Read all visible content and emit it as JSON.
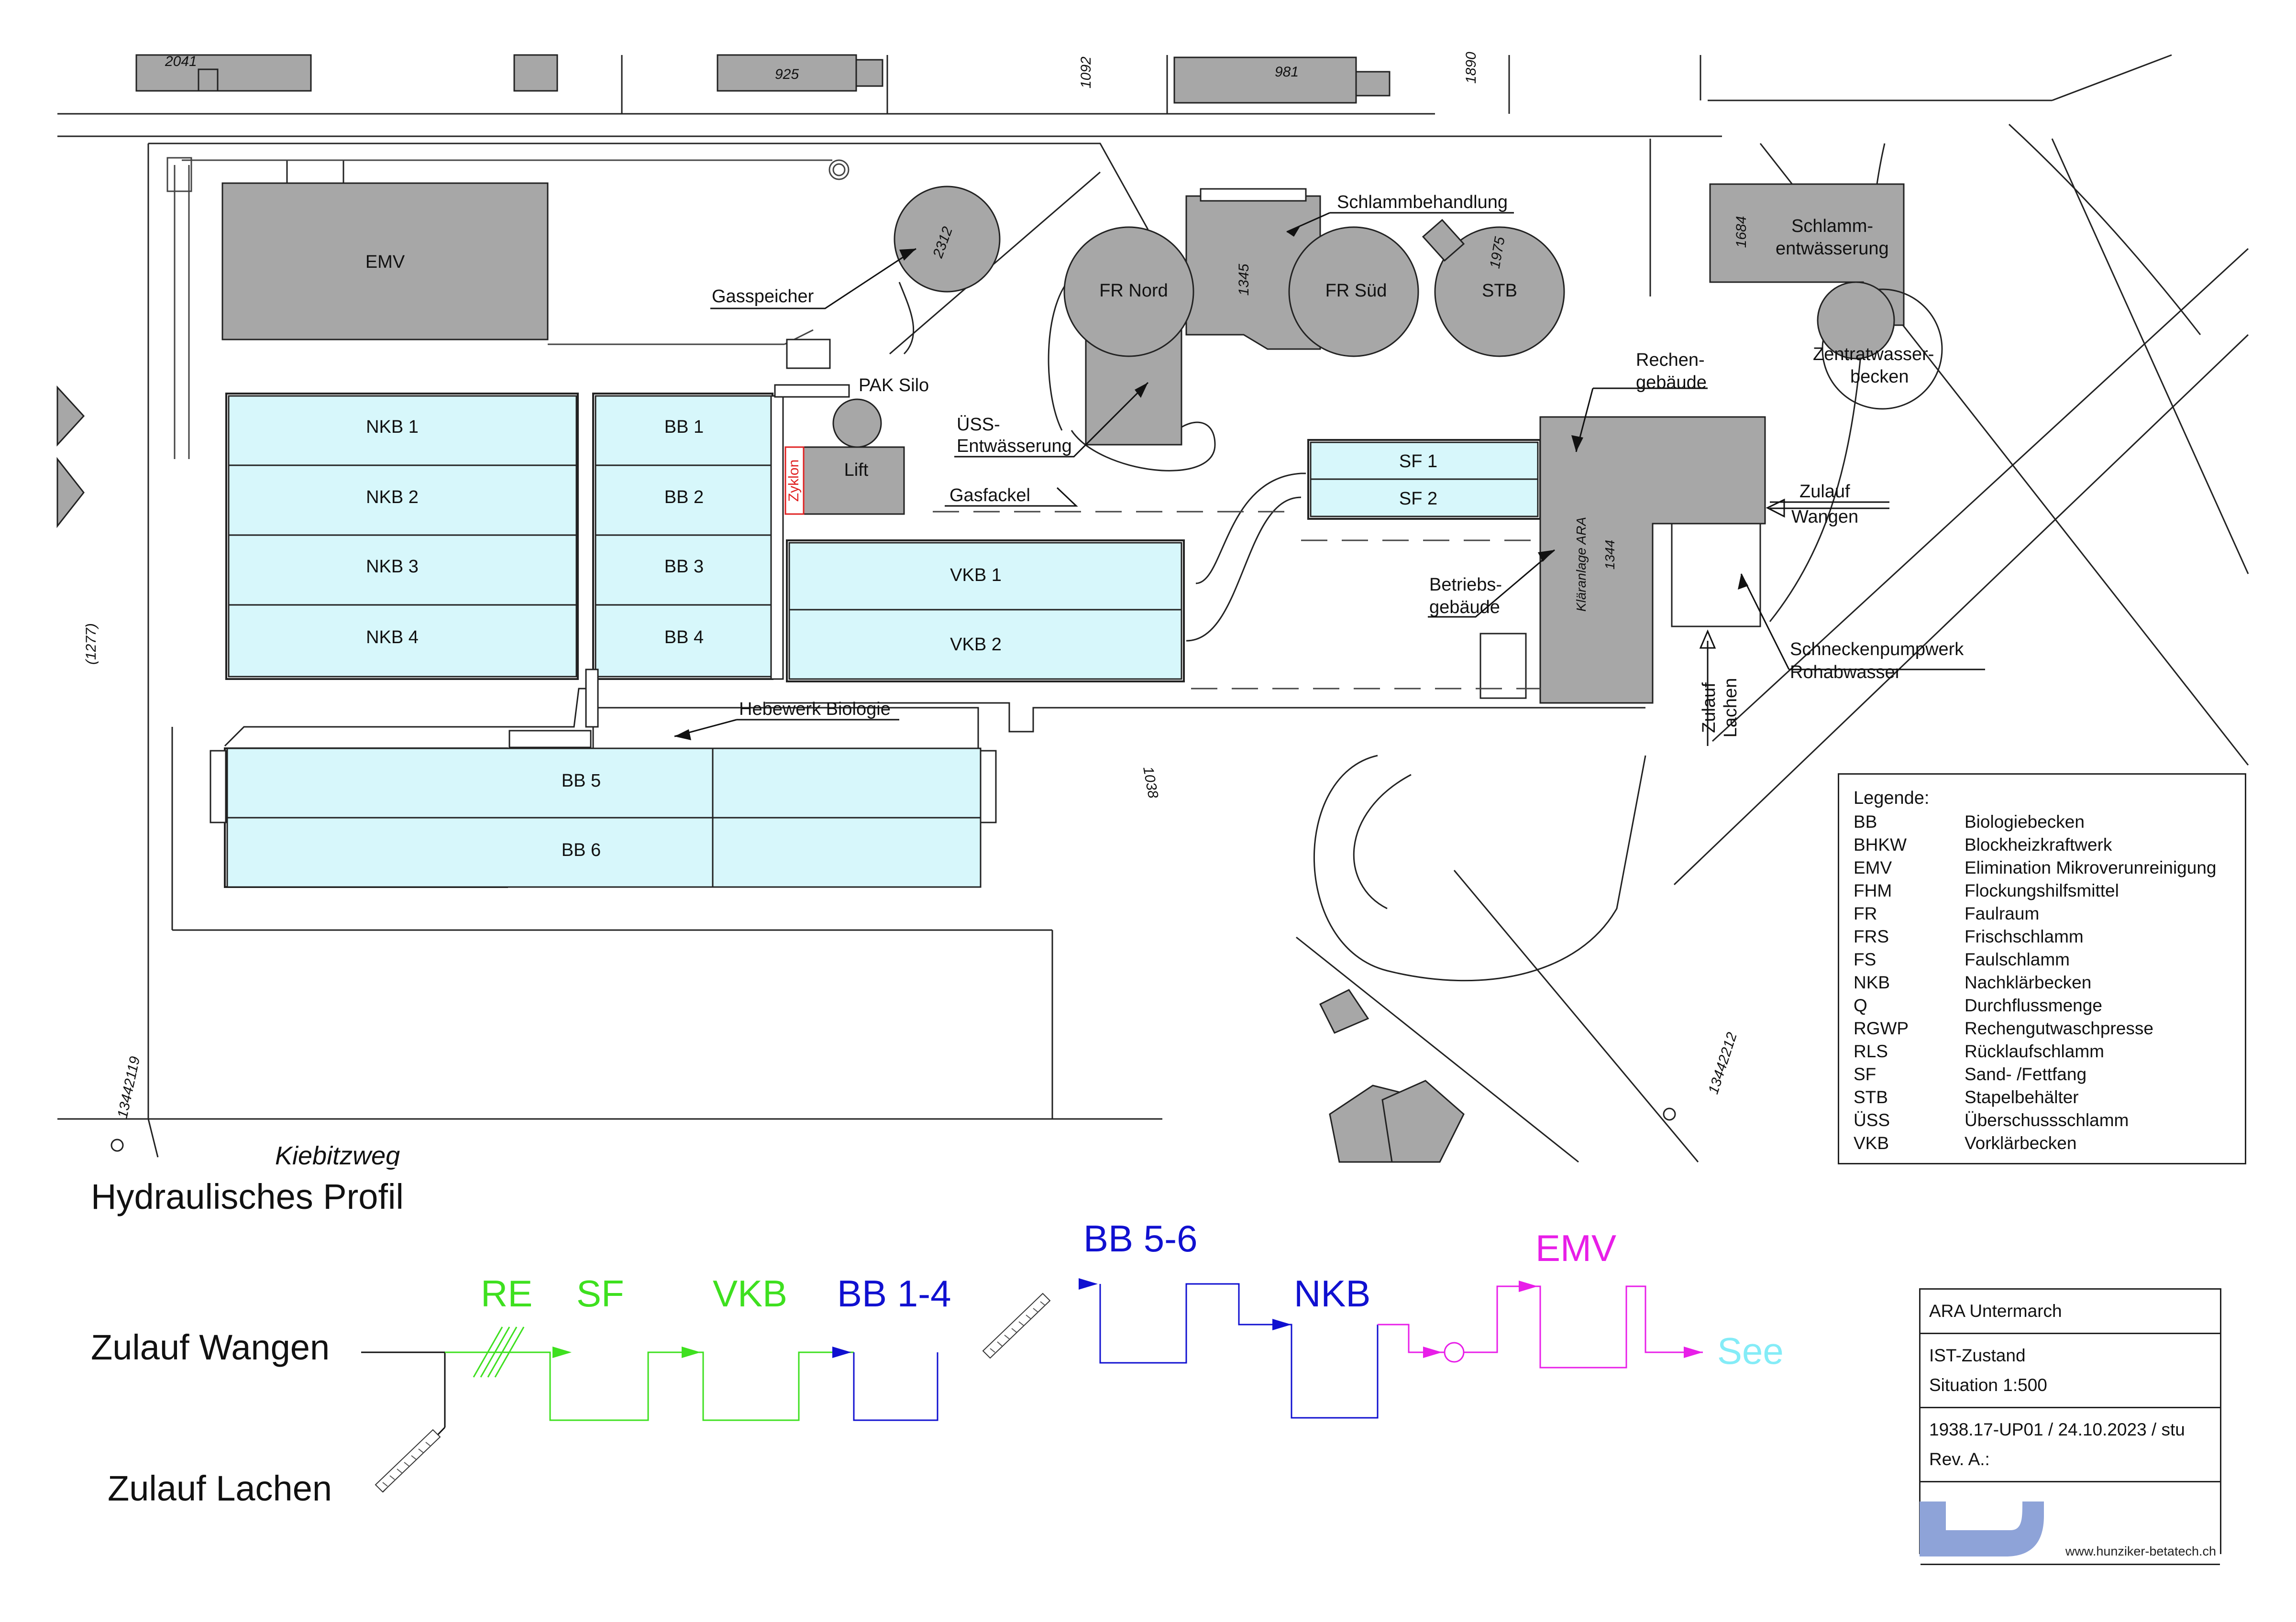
{
  "colors": {
    "basin_fill": "#d7f7fb",
    "building_fill": "#a7a7a7",
    "line": "#111111",
    "flow_green": "#3ee01f",
    "flow_blue": "#1010d0",
    "flow_magenta": "#e81ee8",
    "flow_cyan": "#84ecf7",
    "zyklon_red": "#e02020",
    "logo_blue": "#8ea3d8"
  },
  "parcels": {
    "p2041": "2041",
    "p925": "925",
    "p1092": "1092",
    "p981": "981",
    "p1890": "1890",
    "p2312": "2312",
    "p1345": "1345",
    "p1975": "1975",
    "p1684": "1684",
    "p1038": "1038",
    "p1277": "(1277)",
    "p13442212": "13442212",
    "p13442119": "13442119",
    "p1344": "1344",
    "p_kl": "Kläranlage ARA"
  },
  "street": {
    "name": "Kiebitzweg"
  },
  "buildings": {
    "emv": "EMV",
    "fr_nord": "FR Nord",
    "fr_sued": "FR Süd",
    "stb": "STB",
    "lift": "Lift",
    "zyklon": "Zyklon",
    "sf1": "SF 1",
    "sf2": "SF 2",
    "vkb1": "VKB 1",
    "vkb2": "VKB 2",
    "nkb1": "NKB 1",
    "nkb2": "NKB 2",
    "nkb3": "NKB 3",
    "nkb4": "NKB 4",
    "bb1": "BB 1",
    "bb2": "BB 2",
    "bb3": "BB 3",
    "bb4": "BB 4",
    "bb5": "BB 5",
    "bb6": "BB 6"
  },
  "callouts": {
    "gasspeicher": "Gasspeicher",
    "pak_silo": "PAK Silo",
    "schlammbehandlung": "Schlammbehandlung",
    "schlamm_1": "Schlamm-",
    "schlamm_2": "entwässerung",
    "zentrat_1": "Zentratwasser-",
    "zentrat_2": "becken",
    "rechen_1": "Rechen-",
    "rechen_2": "gebäude",
    "uess_1": "ÜSS-",
    "uess_2": "Entwässerung",
    "gasfackel": "Gasfackel",
    "zulauf_w_1": "Zulauf",
    "zulauf_w_2": "Wangen",
    "betriebs_1": "Betriebs-",
    "betriebs_2": "gebäude",
    "schnecken_1": "Schneckenpumpwerk",
    "schnecken_2": "Rohabwasser",
    "zulauf_l_1": "Zulauf",
    "zulauf_l_2": "Lachen",
    "hebewerk": "Hebewerk Biologie"
  },
  "legend": {
    "title": "Legende:",
    "items": [
      {
        "abbr": "BB",
        "text": "Biologiebecken"
      },
      {
        "abbr": "BHKW",
        "text": "Blockheizkraftwerk"
      },
      {
        "abbr": "EMV",
        "text": "Elimination Mikroverunreinigung"
      },
      {
        "abbr": "FHM",
        "text": "Flockungshilfsmittel"
      },
      {
        "abbr": "FR",
        "text": "Faulraum"
      },
      {
        "abbr": "FRS",
        "text": "Frischschlamm"
      },
      {
        "abbr": "FS",
        "text": "Faulschlamm"
      },
      {
        "abbr": "NKB",
        "text": "Nachklärbecken"
      },
      {
        "abbr": "Q",
        "text": "Durchflussmenge"
      },
      {
        "abbr": "RGWP",
        "text": "Rechengutwaschpresse"
      },
      {
        "abbr": "RLS",
        "text": "Rücklaufschlamm"
      },
      {
        "abbr": "SF",
        "text": "Sand- /Fettfang"
      },
      {
        "abbr": "STB",
        "text": "Stapelbehälter"
      },
      {
        "abbr": "ÜSS",
        "text": "Überschussschlamm"
      },
      {
        "abbr": "VKB",
        "text": "Vorklärbecken"
      }
    ]
  },
  "hydraulic": {
    "title": "Hydraulisches Profil",
    "zulauf_wangen": "Zulauf Wangen",
    "zulauf_lachen": "Zulauf Lachen",
    "stages": {
      "re": "RE",
      "sf": "SF",
      "vkb": "VKB",
      "bb14": "BB 1-4",
      "bb56": "BB 5-6",
      "nkb": "NKB",
      "emv": "EMV",
      "see": "See"
    }
  },
  "title_block": {
    "project": "ARA Untermarch",
    "state": "IST-Zustand",
    "situation": "Situation 1:500",
    "number": "1938.17-UP01 / 24.10.2023 / stu",
    "revision": "Rev. A.:",
    "url": "www.hunziker-betatech.ch"
  }
}
